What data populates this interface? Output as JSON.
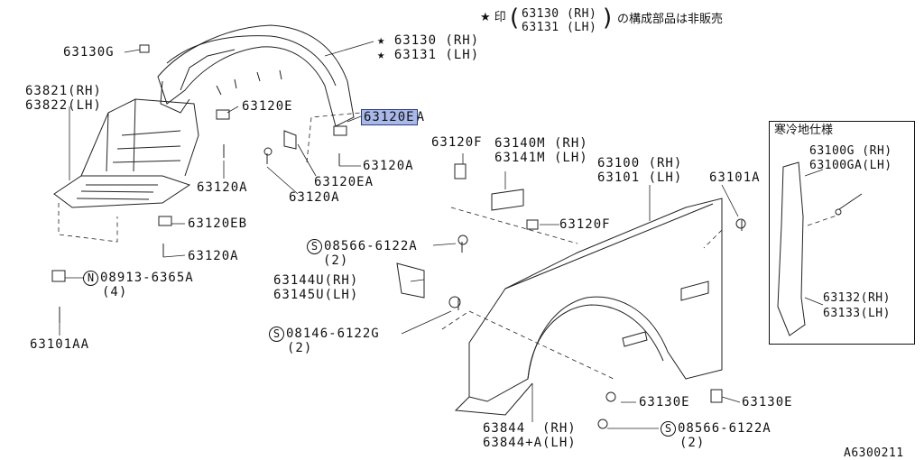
{
  "diagram_id": "A6300211",
  "note": {
    "star": "★",
    "prefix": "印",
    "line1": "63130 (RH)",
    "line2": "63131 (LH)",
    "suffix": "の構成部品は非販売"
  },
  "cold_spec": {
    "title": "寒冷地仕様",
    "part_a_rh": "63100G (RH)",
    "part_a_lh": "63100GA(LH)",
    "part_b_rh": "63132(RH)",
    "part_b_lh": "63133(LH)"
  },
  "labels": {
    "p63130G": "63130G",
    "p63130rh": "★ 63130 (RH)",
    "p63131lh": "★ 63131 (LH)",
    "p63821": "63821(RH)",
    "p63822": "63822(LH)",
    "p63120E": "63120E",
    "p63120EA_hl": "63120E",
    "p63120EA_suffix": "A",
    "p63120A_1": "63120A",
    "p63120A_2": "63120A",
    "p63120EA": "63120EA",
    "p63120A_3": "63120A",
    "p63120EB": "63120EB",
    "p63120A_4": "63120A",
    "bolt_n": "N",
    "p08913": "08913-6365A",
    "p08913_qty": "(4)",
    "p63101AA": "63101AA",
    "p63120F_1": "63120F",
    "p63140M": "63140M (RH)",
    "p63141M": "63141M (LH)",
    "p63100": "63100 (RH)",
    "p63101": "63101 (LH)",
    "p63101A": "63101A",
    "p63120F_2": "63120F",
    "screw_s": "S",
    "p08566_1": "08566-6122A",
    "p08566_1_qty": "(2)",
    "p63144U": "63144U(RH)",
    "p63145U": "63145U(LH)",
    "p08146": "08146-6122G",
    "p08146_qty": "(2)",
    "p63130E_1": "63130E",
    "p63130E_2": "63130E",
    "p63844": "63844  (RH)",
    "p63844A": "63844+A(LH)",
    "p08566_2": "08566-6122A",
    "p08566_2_qty": "(2)"
  }
}
